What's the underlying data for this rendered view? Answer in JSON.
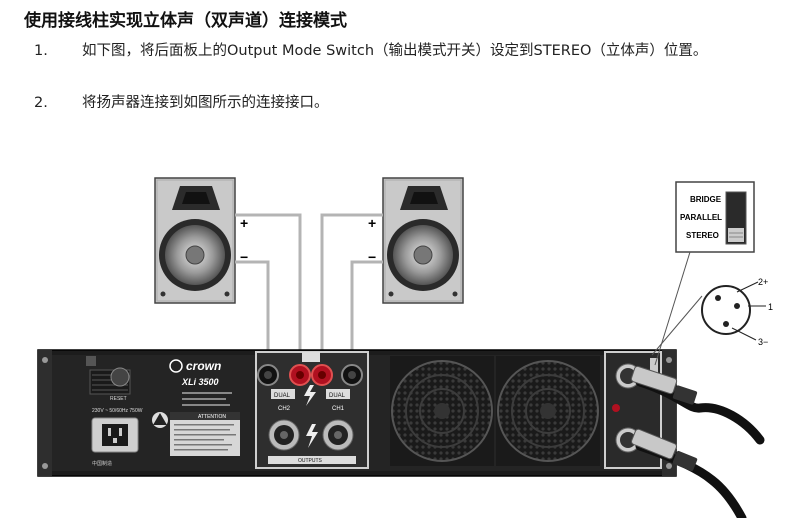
{
  "doc": {
    "title": "使用接线柱实现立体声（双声道）连接模式",
    "steps": [
      {
        "num": "1.",
        "text": "如下图，将后面板上的Output Mode Switch（输出模式开关）设定到STEREO（立体声）位置。"
      },
      {
        "num": "2.",
        "text": "将扬声器连接到如图所示的连接接口。"
      }
    ]
  },
  "diagram": {
    "polarity": {
      "plus": "+",
      "minus": "−"
    },
    "mode_switch": {
      "bridge": "BRIDGE",
      "parallel": "PARALLEL",
      "stereo": "STEREO"
    },
    "xlr_pins": {
      "p2": "2+",
      "p1": "1",
      "p3": "3−"
    },
    "amp": {
      "brand": "crown",
      "model": "XLi 3500",
      "reset": "RESET",
      "power_rating": "230V ~ 50/60Hz 750W",
      "ch1": "CH1",
      "ch2": "CH2",
      "attention": "ATTENTION",
      "dual": "DUAL",
      "outputs": "OUTPUTS",
      "made_in": "中国制造"
    }
  }
}
